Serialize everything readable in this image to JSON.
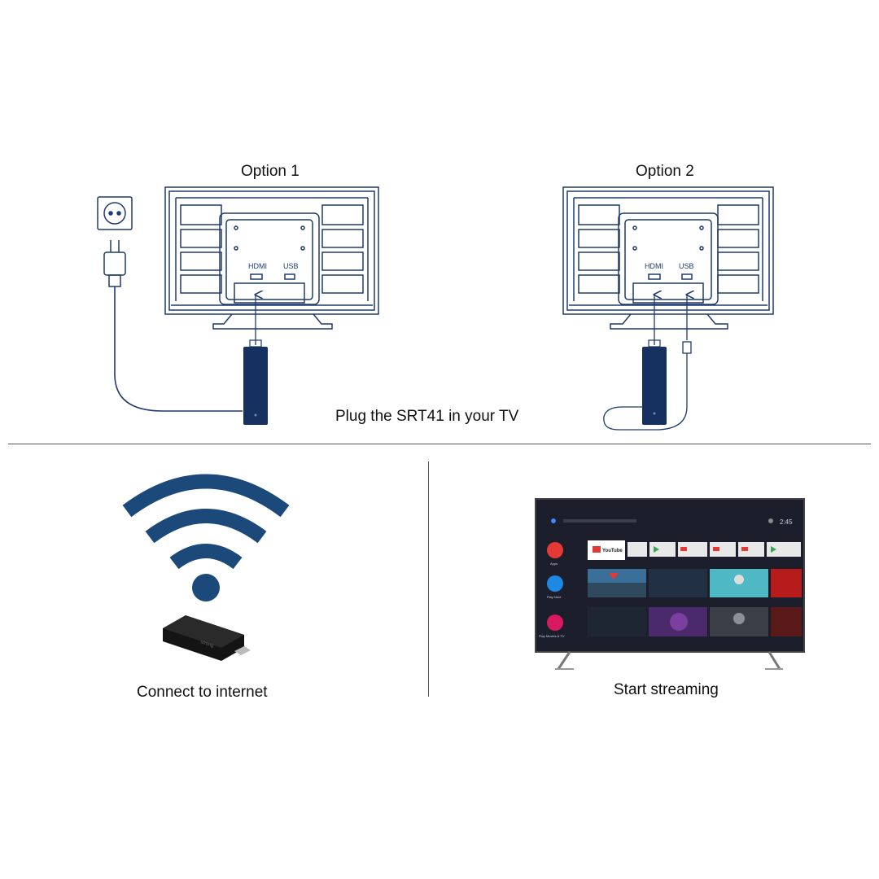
{
  "option1": {
    "title": "Option 1",
    "hdmi": "HDMI",
    "usb": "USB"
  },
  "option2": {
    "title": "Option 2",
    "hdmi": "HDMI",
    "usb": "USB"
  },
  "plug_caption": "Plug the SRT41 in your TV",
  "connect_caption": "Connect to internet",
  "stream_caption": "Start streaming",
  "brand_mark": "strong",
  "tv_screen": {
    "clock": "2:45",
    "apps_row": [
      "YouTube",
      "",
      "",
      "",
      "",
      "",
      ""
    ],
    "side_labels": [
      "Apps",
      "Play Next",
      "Play Movies & TV"
    ]
  },
  "colors": {
    "line_blue": "#1f3a6e",
    "wifi_blue": "#1b4a7a",
    "stick_blue": "#16315f",
    "tv_bg": "#1c1f2b"
  }
}
